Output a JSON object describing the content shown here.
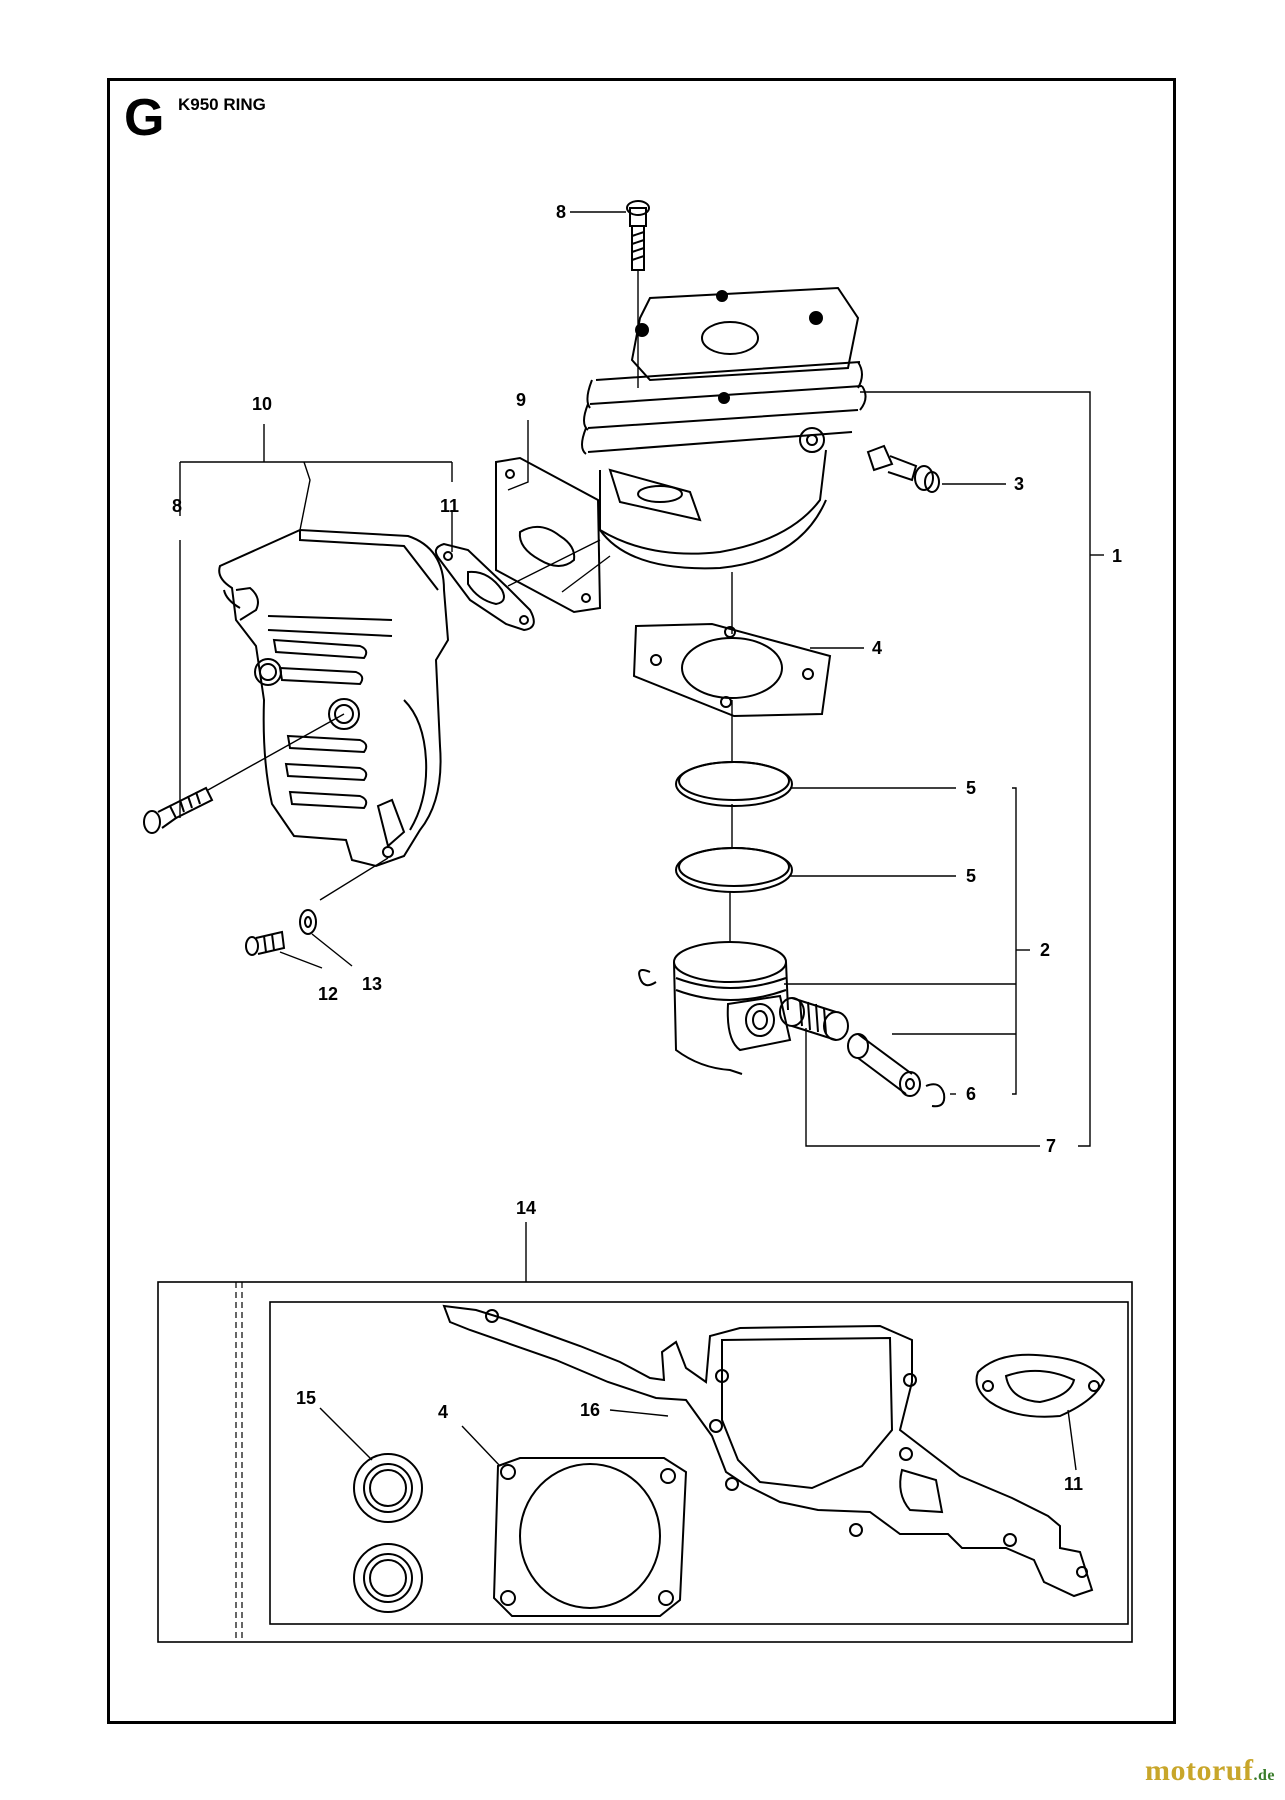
{
  "header": {
    "section": "G",
    "model": "K950 RING"
  },
  "callouts": {
    "c1": "1",
    "c2": "2",
    "c3": "3",
    "c4a": "4",
    "c4b": "4",
    "c5a": "5",
    "c5b": "5",
    "c6": "6",
    "c7": "7",
    "c8a": "8",
    "c8b": "8",
    "c9": "9",
    "c10": "10",
    "c11a": "11",
    "c11b": "11",
    "c12": "12",
    "c13": "13",
    "c14": "14",
    "c15": "15",
    "c16": "16"
  },
  "watermark": {
    "main": "motoruf",
    "suffix": ".de"
  }
}
